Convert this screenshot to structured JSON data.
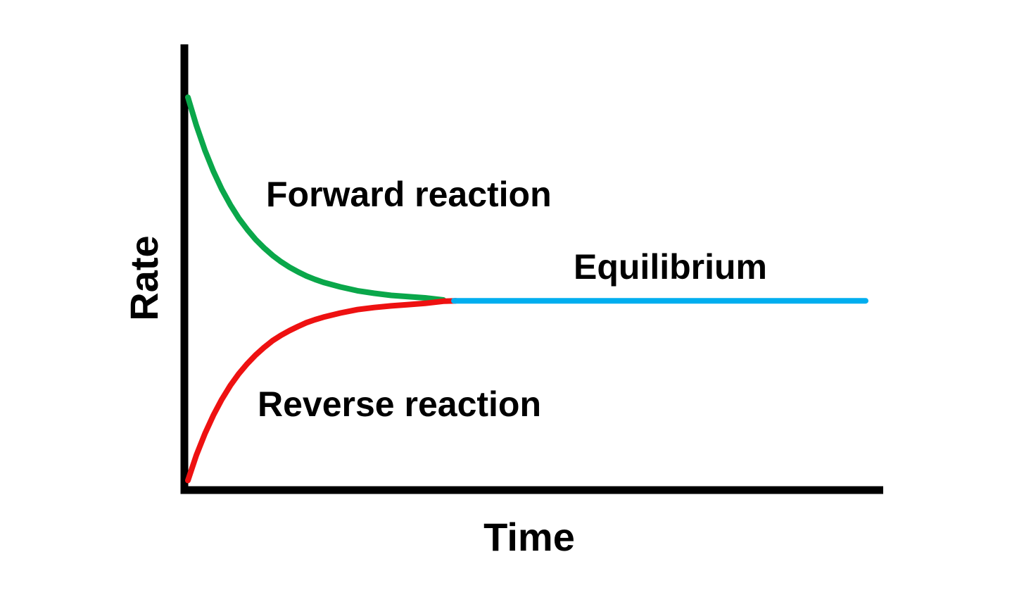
{
  "chart_data": {
    "type": "line",
    "title": "",
    "xlabel": "Time",
    "ylabel": "Rate",
    "x_range": [
      0,
      1
    ],
    "y_range": [
      0,
      1
    ],
    "grid": false,
    "ticks": "none",
    "legend_position": "inline-annotations",
    "axis_color": "#000000",
    "background_color": "#ffffff",
    "equilibrium_level": 0.451,
    "series": [
      {
        "name": "Forward reaction",
        "slug": "forward-reaction-curve",
        "color": "#0aa74a",
        "x": [
          0,
          0.0125,
          0.025,
          0.0375,
          0.05,
          0.0625,
          0.075,
          0.0875,
          0.1,
          0.1125,
          0.125,
          0.1375,
          0.15,
          0.1625,
          0.175,
          0.1875,
          0.2,
          0.225,
          0.25,
          0.275,
          0.3,
          0.325,
          0.35,
          0.377
        ],
        "y": [
          0.936,
          0.869,
          0.81,
          0.76,
          0.717,
          0.68,
          0.648,
          0.621,
          0.597,
          0.577,
          0.559,
          0.544,
          0.531,
          0.52,
          0.51,
          0.502,
          0.495,
          0.484,
          0.475,
          0.469,
          0.464,
          0.461,
          0.458,
          0.453
        ]
      },
      {
        "name": "Reverse reaction",
        "slug": "reverse-reaction-curve",
        "color": "#ee1111",
        "x": [
          0,
          0.0125,
          0.025,
          0.0375,
          0.05,
          0.0625,
          0.075,
          0.0875,
          0.1,
          0.1125,
          0.125,
          0.1375,
          0.15,
          0.1625,
          0.175,
          0.1875,
          0.2,
          0.225,
          0.25,
          0.275,
          0.3,
          0.325,
          0.35,
          0.377,
          0.3955
        ],
        "y": [
          0.023,
          0.083,
          0.134,
          0.178,
          0.216,
          0.249,
          0.277,
          0.301,
          0.322,
          0.34,
          0.356,
          0.369,
          0.38,
          0.39,
          0.399,
          0.406,
          0.412,
          0.422,
          0.43,
          0.435,
          0.439,
          0.442,
          0.445,
          0.45,
          0.451
        ]
      },
      {
        "name": "Equilibrium",
        "slug": "equilibrium-line",
        "color": "#00aeef",
        "x": [
          0.3925,
          1.0
        ],
        "y": [
          0.451,
          0.451
        ]
      }
    ]
  }
}
